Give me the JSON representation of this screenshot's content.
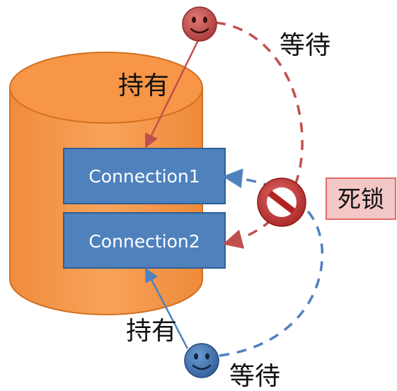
{
  "colors": {
    "database_fill": "#F79646",
    "database_stroke": "#D2701F",
    "connection_fill": "#4F81BD",
    "connection_stroke": "#2F5F95",
    "hold_arrow_red": "#C0504D",
    "hold_arrow_blue": "#4F81BD",
    "wait_arrow_red": "#C0504D",
    "wait_arrow_blue": "#4F81BD",
    "deadlock_badge_fill": "#F4C7C7",
    "deadlock_badge_stroke": "#E46C6C"
  },
  "icons": {
    "thread_red": "smiley-red-icon",
    "thread_blue": "smiley-blue-icon",
    "deadlock": "no-entry-icon"
  },
  "connections": [
    {
      "label": "Connection1"
    },
    {
      "label": "Connection2"
    }
  ],
  "labels": {
    "hold_red": "持有",
    "wait_red": "等待",
    "hold_blue": "持有",
    "wait_blue": "等待",
    "deadlock": "死锁"
  }
}
